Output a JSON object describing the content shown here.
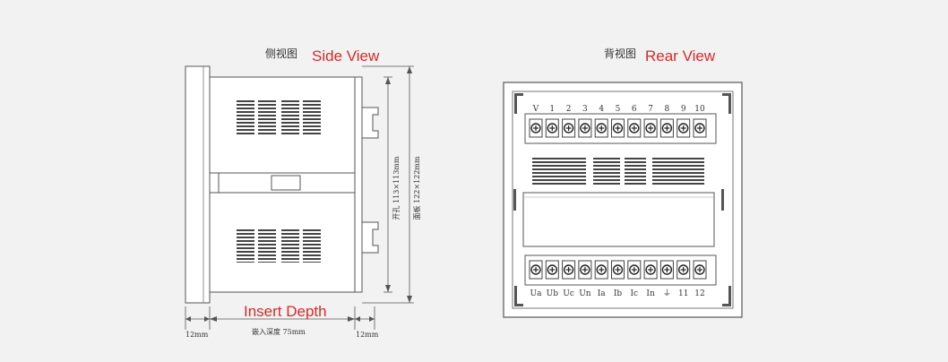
{
  "side_view": {
    "cn_label": "侧视图",
    "en_label": "Side View",
    "cutout_label": "开孔 113×113mm",
    "panel_label": "面板 122×122mm",
    "insert_depth_label": "Insert Depth",
    "left_dim": "12mm",
    "depth_dim": "嵌入深度 75mm",
    "right_dim": "12mm"
  },
  "rear_view": {
    "cn_label": "背视图",
    "en_label": "Rear View",
    "top_terminals": [
      "V",
      "1",
      "2",
      "3",
      "4",
      "5",
      "6",
      "7",
      "8",
      "9",
      "10"
    ],
    "bottom_terminals": [
      "Ua",
      "Ub",
      "Uc",
      "Un",
      "Ia",
      "Ib",
      "Ic",
      "In",
      "⏚",
      "11",
      "12"
    ]
  },
  "colors": {
    "accent_red": "#d62a2a",
    "line": "#555555"
  }
}
